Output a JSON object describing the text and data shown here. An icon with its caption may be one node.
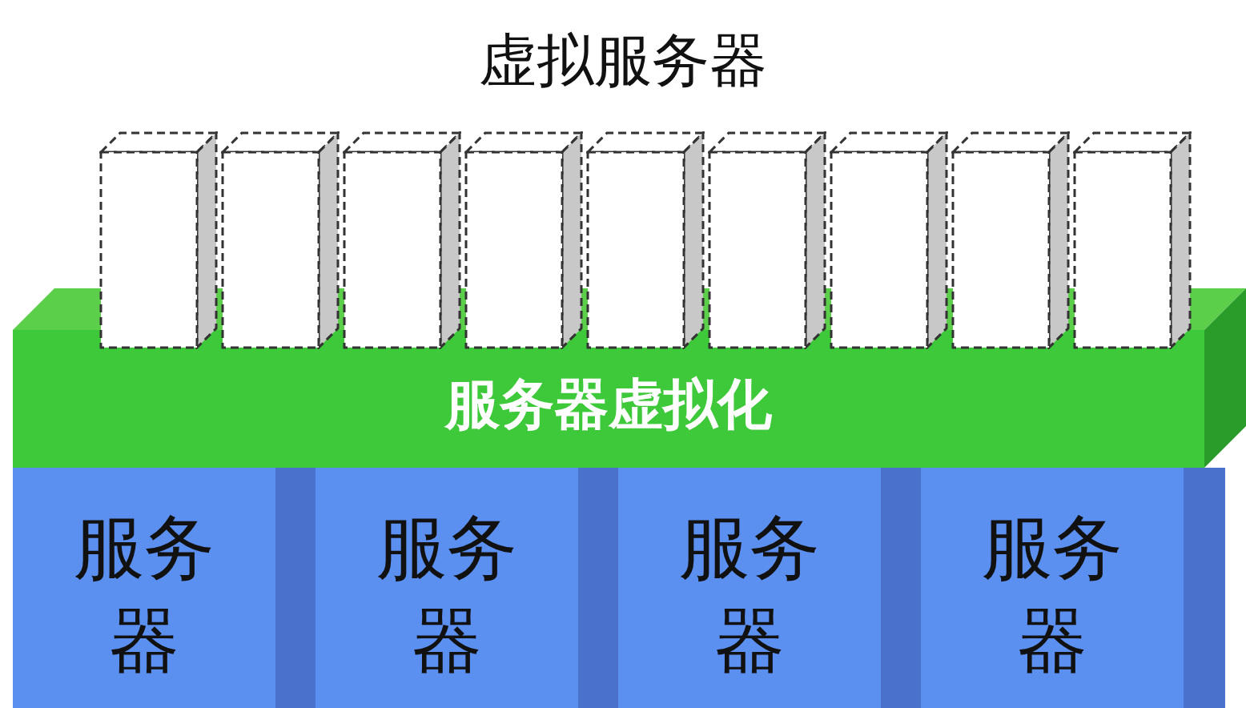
{
  "diagram": {
    "title": "虚拟服务器",
    "nodes": [
      {
        "text": [],
        "shape": "box"
      },
      {
        "text": [],
        "shape": "box"
      },
      {
        "text": [],
        "shape": "box"
      },
      {
        "text": [],
        "shape": "box"
      },
      {
        "text": [],
        "shape": "box"
      },
      {
        "text": [],
        "shape": "box"
      },
      {
        "text": [],
        "shape": "box"
      },
      {
        "text": [],
        "shape": "box"
      },
      {
        "text": [],
        "shape": "box"
      },
      {
        "text": [
          "服务器虚拟化"
        ]
      },
      {
        "text": [
          "服务器"
        ]
      },
      {
        "text": [
          "服务器"
        ]
      },
      {
        "text": [
          "服务器"
        ]
      },
      {
        "text": [
          "服务器"
        ]
      }
    ],
    "edges": []
  }
}
